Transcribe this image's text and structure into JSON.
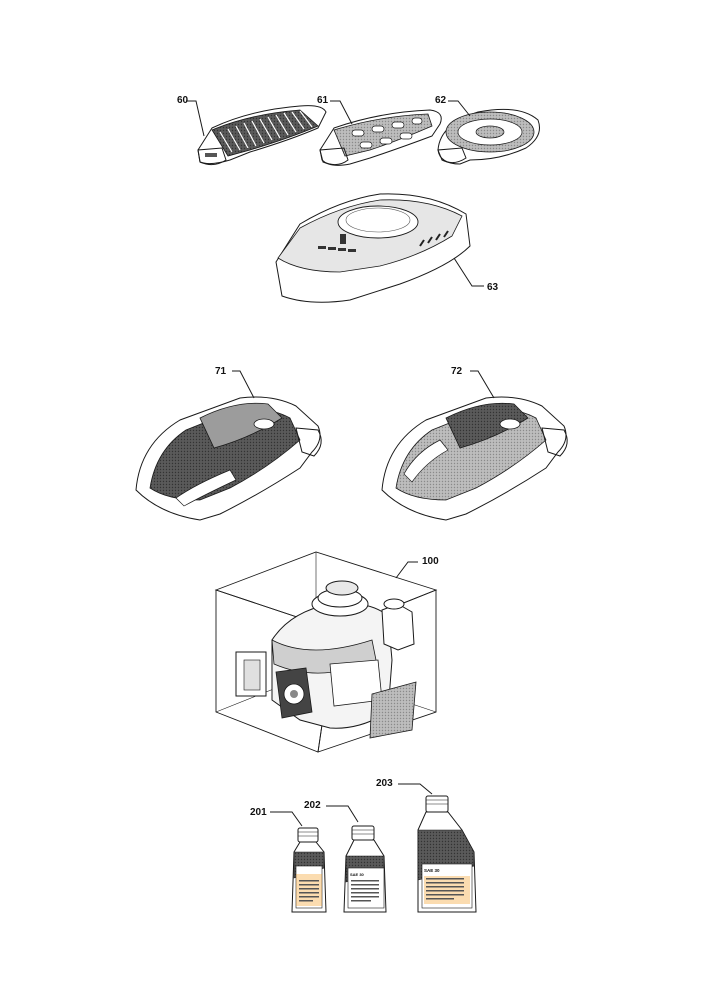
{
  "parts": {
    "p60": {
      "label": "60"
    },
    "p61": {
      "label": "61"
    },
    "p62": {
      "label": "62"
    },
    "p63": {
      "label": "63"
    },
    "p71": {
      "label": "71"
    },
    "p72": {
      "label": "72"
    },
    "p100": {
      "label": "100"
    },
    "p201": {
      "label": "201"
    },
    "p202": {
      "label": "202"
    },
    "p203": {
      "label": "203"
    }
  },
  "bottles": {
    "b202_grade": "SAE 30",
    "b203_grade": "SAE 30"
  },
  "colors": {
    "ink": "#1a1a1a",
    "shade_dark": "#4a4a4a",
    "shade_mid": "#9a9a9a",
    "shade_light": "#d4d4d4",
    "label_orange": "#f39a1e"
  }
}
